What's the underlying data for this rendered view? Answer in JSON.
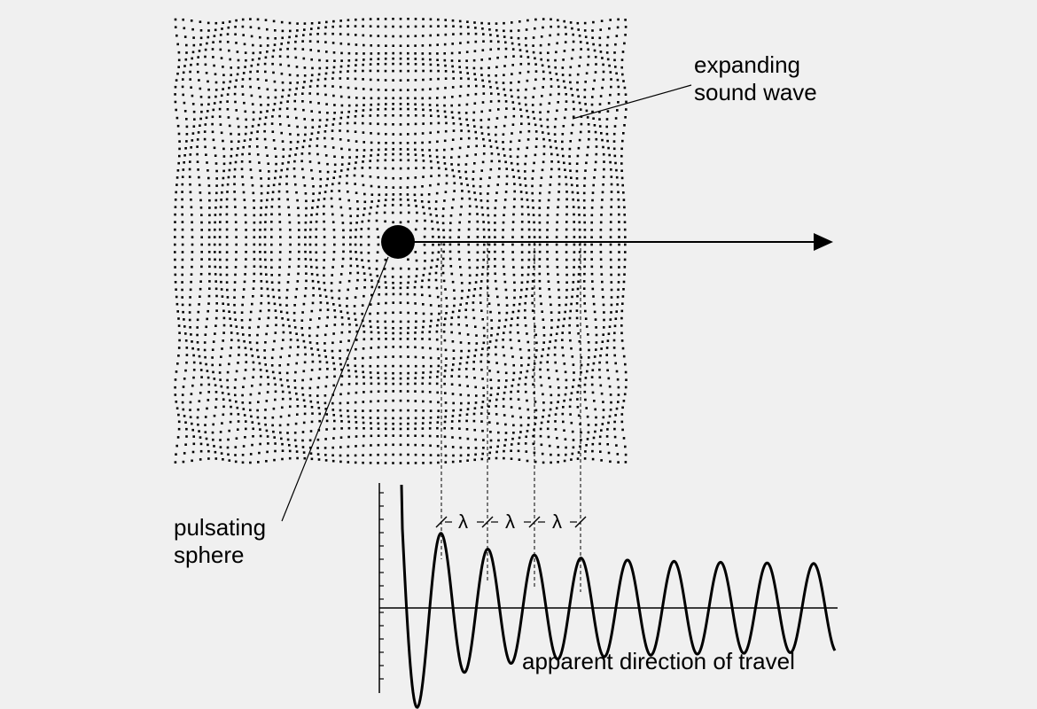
{
  "labels": {
    "wave_line1": "expanding",
    "wave_line2": "sound wave",
    "sphere_line1": "pulsating",
    "sphere_line2": "sphere",
    "travel": "apparent direction of travel",
    "wavelength_symbol": "λ"
  },
  "colors": {
    "background": "#f0f0f0",
    "ink": "#000000"
  },
  "wave": {
    "crest_count": 4,
    "damped_oscillation": true
  }
}
